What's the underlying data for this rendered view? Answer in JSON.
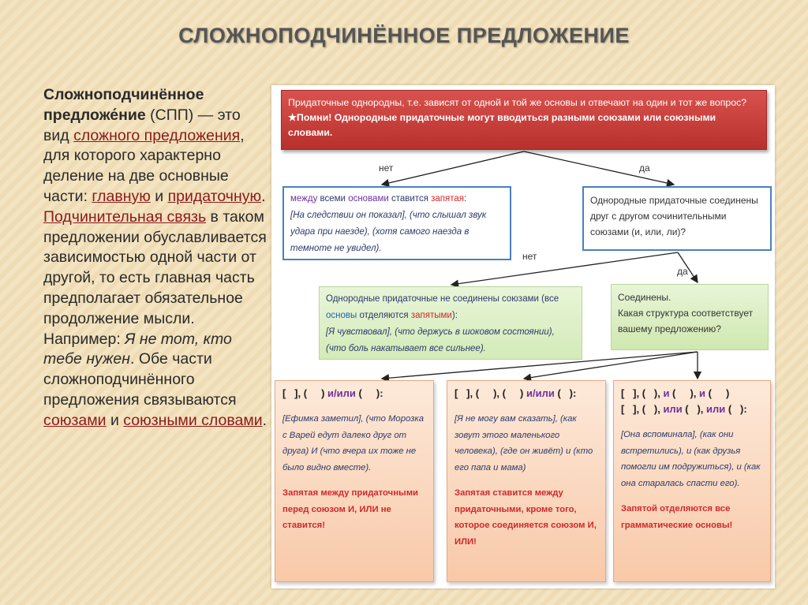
{
  "title": "СЛОЖНОПОДЧИНЁННОЕ ПРЕДЛОЖЕНИЕ",
  "left": {
    "term": "Сложноподчинённое предложе́ние",
    "abbr": " (СПП) — это вид ",
    "link1": "сложного предложения",
    "t2": ", для которого характерно деление на две основные части: ",
    "link2": "главную",
    "t3": " и ",
    "link3": "придаточную",
    "t4": ". ",
    "link4": "Подчинительная связь",
    "t5": " в таком предложении обуславливается зависимостью одной части от другой, то есть главная часть предполагает обязательное продолжение мысли. Например: ",
    "example": "Я не тот, кто тебе нужен",
    "t6": ". Обе части сложноподчинённого предложения связываются ",
    "link5": "союзами",
    "t7": " и ",
    "link6": "союзными словами",
    "t8": "."
  },
  "diagram": {
    "top_line1": "Придаточные однородны, т.е. зависят от одной и той же основы и отвечают на один и тот же вопрос?",
    "top_line2": "★Помни! Однородные придаточные могут вводиться разными союзами или союзными словами.",
    "no1": "нет",
    "yes1": "да",
    "no2": "нет",
    "yes2": "да",
    "blue_a1": "между",
    "blue_a2": " всеми ",
    "blue_a3": "основами",
    "blue_a4": " ставится ",
    "blue_a5": "запятая",
    "blue_a6": ":",
    "blue_ex": "[На следствии он показал], (что слышал звук удара при наезде), (хотя самого наезда в темноте не увидел).",
    "blue2_text": "Однородные придаточные соединены друг с другом сочинительными союзами (и, или, ли)?",
    "green1_a": "Однородные придаточные не соединены союзами (все ",
    "green1_b": "основы",
    "green1_c": " отделяются ",
    "green1_d": "запятыми",
    "green1_e": "):",
    "green1_ex": "[Я чувствовал], (что держусь в шоковом состоянии), (что боль накатывает все сильнее).",
    "green2_a": "Соединены.",
    "green2_b": "Какая структура соответствует вашему предложению?",
    "or1_formula_a": "[   ], (     ) ",
    "or1_formula_b": "и/или",
    "or1_formula_c": " (     ):",
    "or1_example": "[Ефимка заметил], (что Морозка с Варей едут далеко друг от друга) И (что вчера их тоже не было видно вместе).",
    "or1_rule": "Запятая между придаточными перед союзом И, ИЛИ не ставится!",
    "or2_formula_a": "[   ], (     ), (     ) ",
    "or2_formula_b": "и/или",
    "or2_formula_c": " (   ):",
    "or2_example": "[Я не могу вам сказать], (как зовут этого маленького человека), (где он живёт) и (кто его папа и мама)",
    "or2_rule": "Запятая ставится между придаточными, кроме того, которое соединяется союзом И, ИЛИ!",
    "or3_formula_1a": "[   ], (   ), ",
    "or3_formula_1b": "и",
    "or3_formula_1c": " (     ), ",
    "or3_formula_1d": "и",
    "or3_formula_1e": " (     )",
    "or3_formula_2a": "[   ], (   ), ",
    "or3_formula_2b": "или",
    "or3_formula_2c": " (   ), ",
    "or3_formula_2d": "или",
    "or3_formula_2e": " (   ):",
    "or3_example": "[Она вспоминала], (как они встретились), и (как друзья помогли им подружиться), и (как она старалась спасти его).",
    "or3_rule": "Запятой отделяются все грамматические основы!"
  }
}
